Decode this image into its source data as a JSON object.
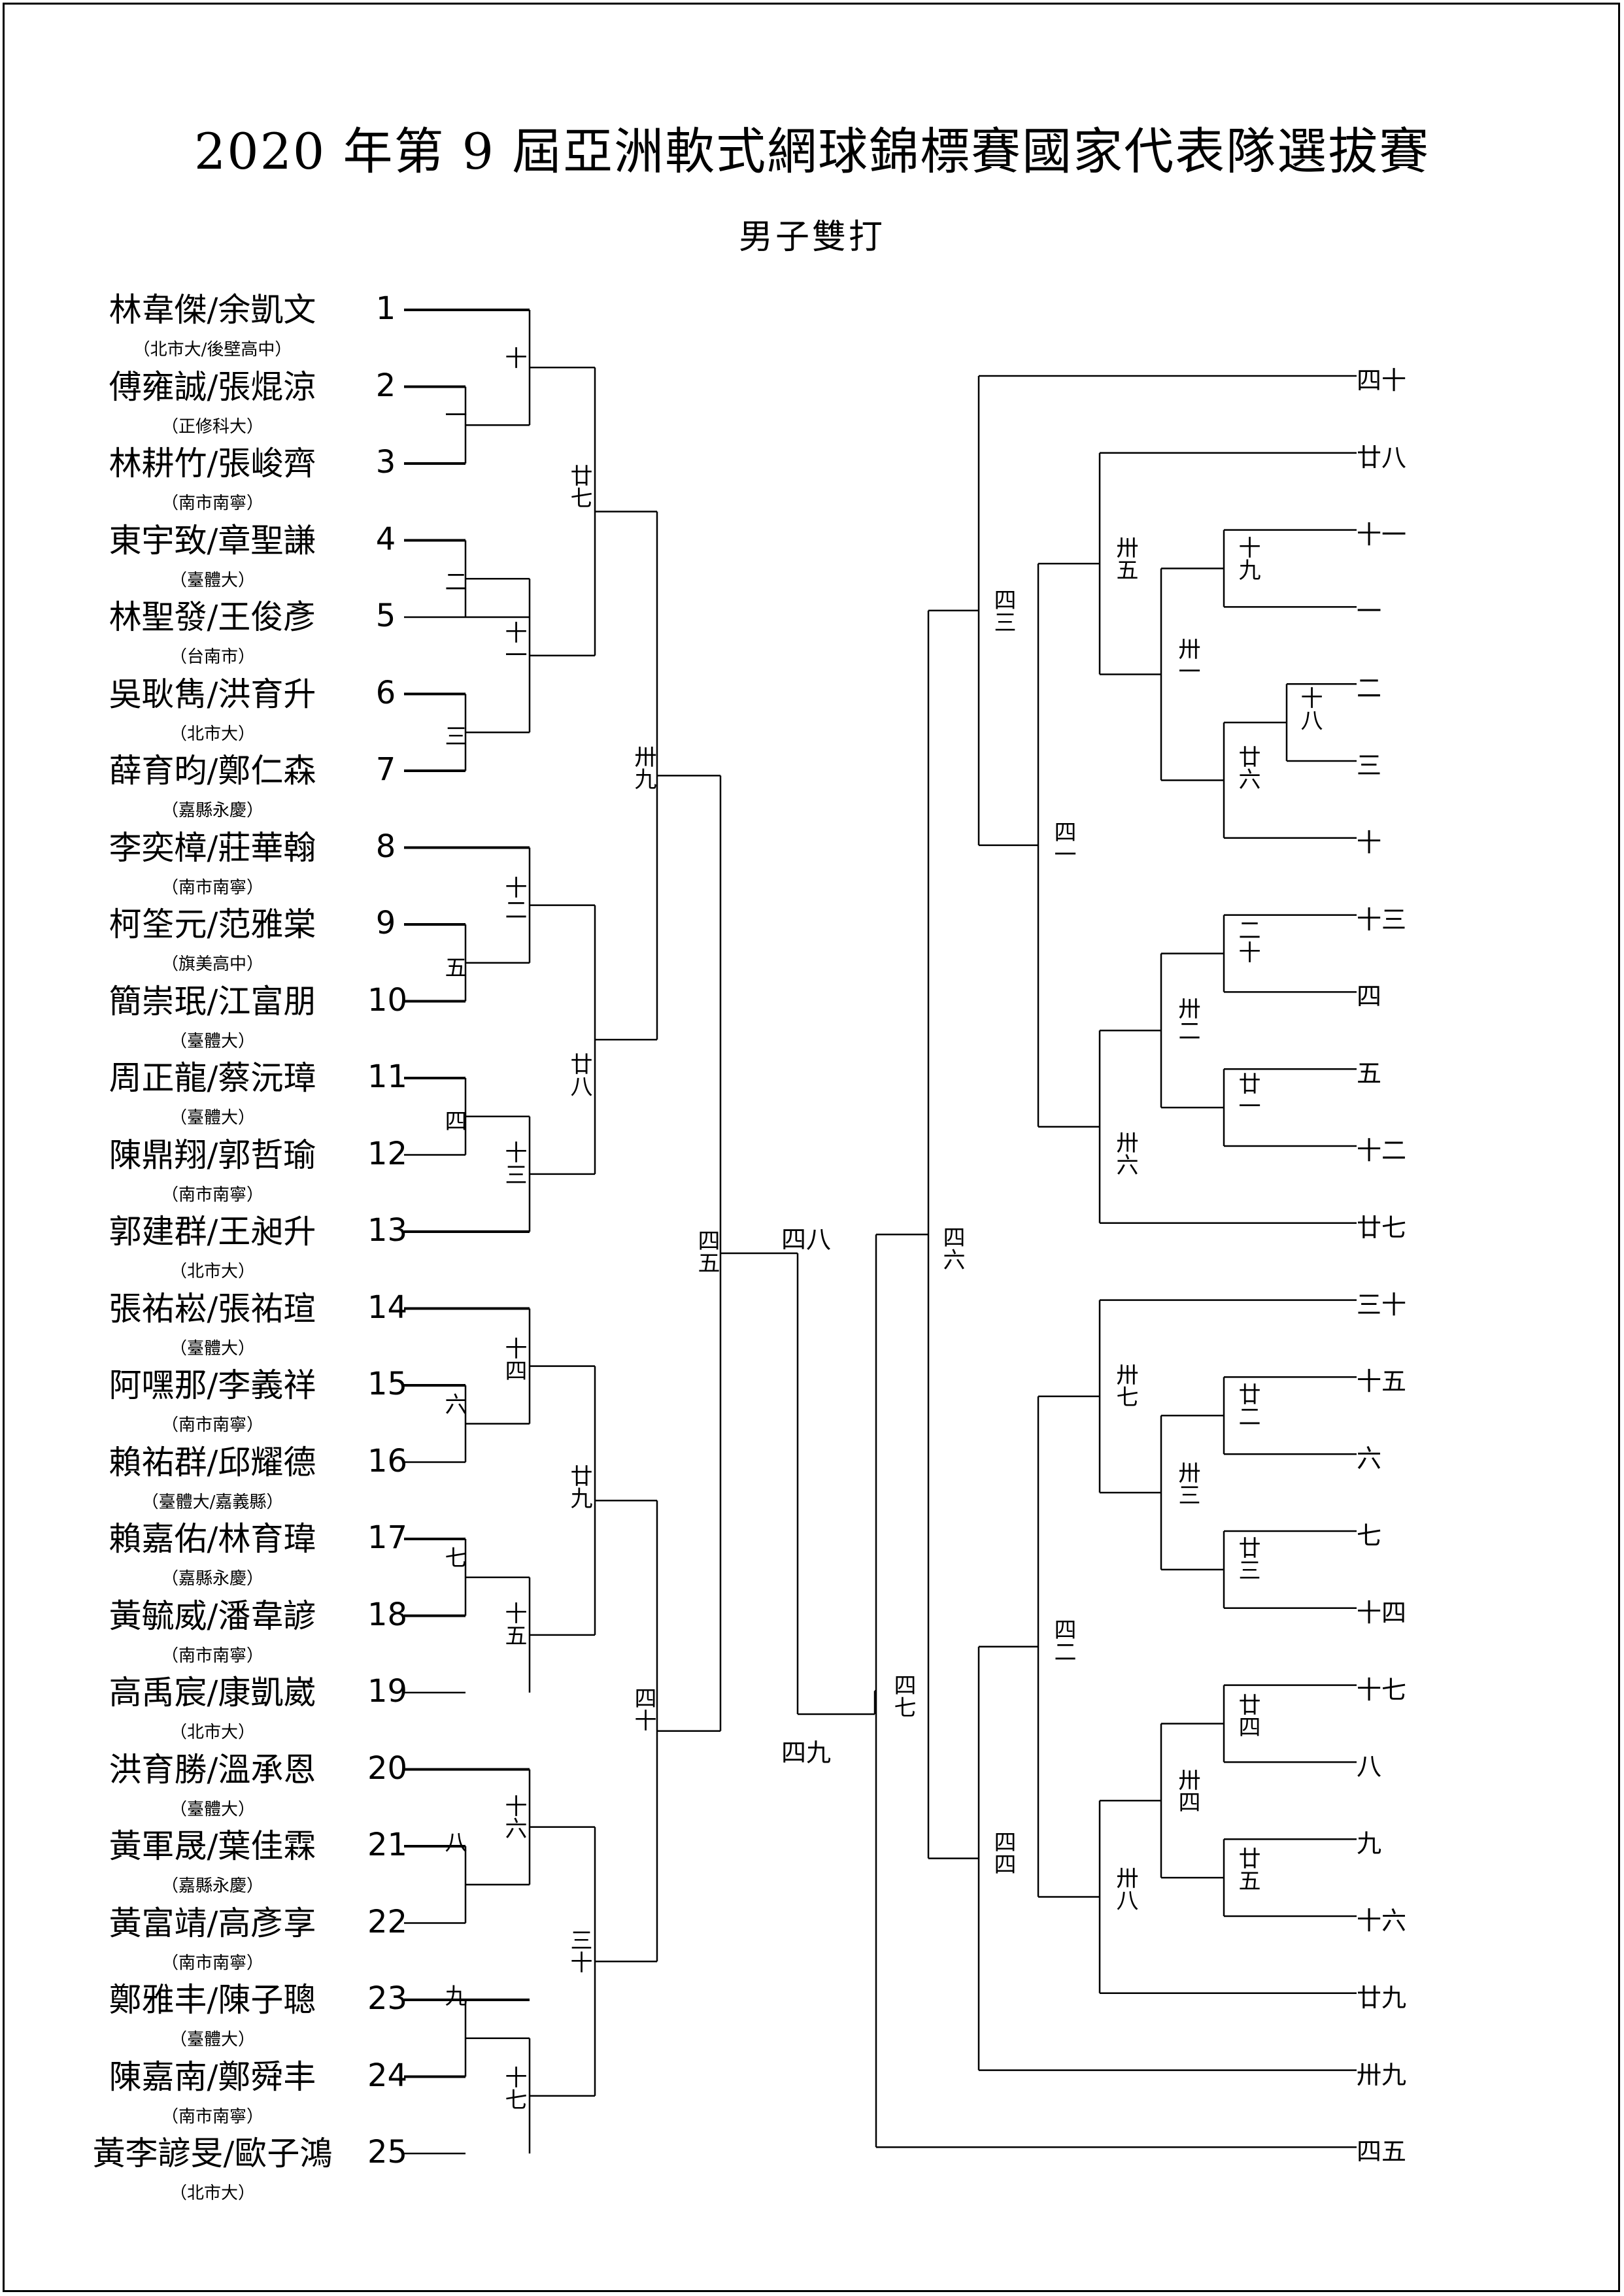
{
  "title": "2020 年第 9 屆亞洲軟式網球錦標賽國家代表隊選拔賽",
  "subtitle": "男子雙打",
  "players": [
    {
      "seed": "1",
      "name": "林韋傑/余凱文",
      "affiliation": "（北市大/後壁高中）"
    },
    {
      "seed": "2",
      "name": "傅雍誠/張焜涼",
      "affiliation": "（正修科大）"
    },
    {
      "seed": "3",
      "name": "林耕竹/張峻齊",
      "affiliation": "（南市南寧）"
    },
    {
      "seed": "4",
      "name": "東宇致/章聖謙",
      "affiliation": "（臺體大）"
    },
    {
      "seed": "5",
      "name": "林聖發/王俊彥",
      "affiliation": "（台南市）"
    },
    {
      "seed": "6",
      "name": "吳耿雋/洪育升",
      "affiliation": "（北市大）"
    },
    {
      "seed": "7",
      "name": "薛育昀/鄭仁森",
      "affiliation": "（嘉縣永慶）"
    },
    {
      "seed": "8",
      "name": "李奕樟/莊華翰",
      "affiliation": "（南市南寧）"
    },
    {
      "seed": "9",
      "name": "柯筌元/范雅棠",
      "affiliation": "（旗美高中）"
    },
    {
      "seed": "10",
      "name": "簡崇珉/江富朋",
      "affiliation": "（臺體大）"
    },
    {
      "seed": "11",
      "name": "周正龍/蔡沅璋",
      "affiliation": "（臺體大）"
    },
    {
      "seed": "12",
      "name": "陳鼎翔/郭哲瑜",
      "affiliation": "（南市南寧）"
    },
    {
      "seed": "13",
      "name": "郭建群/王昶升",
      "affiliation": "（北市大）"
    },
    {
      "seed": "14",
      "name": "張祐崧/張祐瑄",
      "affiliation": "（臺體大）"
    },
    {
      "seed": "15",
      "name": "阿嘿那/李義祥",
      "affiliation": "（南市南寧）"
    },
    {
      "seed": "16",
      "name": "賴祐群/邱耀德",
      "affiliation": "（臺體大/嘉義縣）"
    },
    {
      "seed": "17",
      "name": "賴嘉佑/林育瑋",
      "affiliation": "（嘉縣永慶）"
    },
    {
      "seed": "18",
      "name": "黃毓威/潘韋諺",
      "affiliation": "（南市南寧）"
    },
    {
      "seed": "19",
      "name": "高禹宸/康凱崴",
      "affiliation": "（北市大）"
    },
    {
      "seed": "20",
      "name": "洪育勝/溫承恩",
      "affiliation": "（臺體大）"
    },
    {
      "seed": "21",
      "name": "黃軍晟/葉佳霖",
      "affiliation": "（嘉縣永慶）"
    },
    {
      "seed": "22",
      "name": "黃富靖/高彥享",
      "affiliation": "（南市南寧）"
    },
    {
      "seed": "23",
      "name": "鄭雅丰/陳子聰",
      "affiliation": "（臺體大）"
    },
    {
      "seed": "24",
      "name": "陳嘉南/鄭舜丰",
      "affiliation": "（南市南寧）"
    },
    {
      "seed": "25",
      "name": "黃李諺旻/歐子鴻",
      "affiliation": "（北市大）"
    }
  ],
  "left_matches": [
    "一",
    "二",
    "三",
    "四",
    "五",
    "六",
    "七",
    "八",
    "九",
    "十",
    "十一",
    "十二",
    "十三",
    "十四",
    "十五",
    "十六",
    "十七",
    "廿七",
    "廿八",
    "廿九",
    "三十",
    "卅九",
    "四十",
    "四五"
  ],
  "center_labels": {
    "upper": "四八",
    "lower": "四九"
  },
  "right_outcomes": [
    "四十",
    "廿八",
    "十一",
    "一",
    "二",
    "三",
    "十",
    "十三",
    "四",
    "五",
    "十二",
    "廿七",
    "三十",
    "十五",
    "六",
    "七",
    "十四",
    "十七",
    "八",
    "九",
    "十六",
    "廿九",
    "卅九",
    "四五"
  ],
  "right_matches": [
    "十九",
    "十八",
    "廿六",
    "卅一",
    "卅五",
    "二十",
    "廿一",
    "卅二",
    "卅六",
    "四一",
    "四三",
    "廿二",
    "廿三",
    "卅三",
    "卅七",
    "廿四",
    "廿五",
    "卅四",
    "卅八",
    "四二",
    "四四",
    "四六",
    "四七"
  ]
}
